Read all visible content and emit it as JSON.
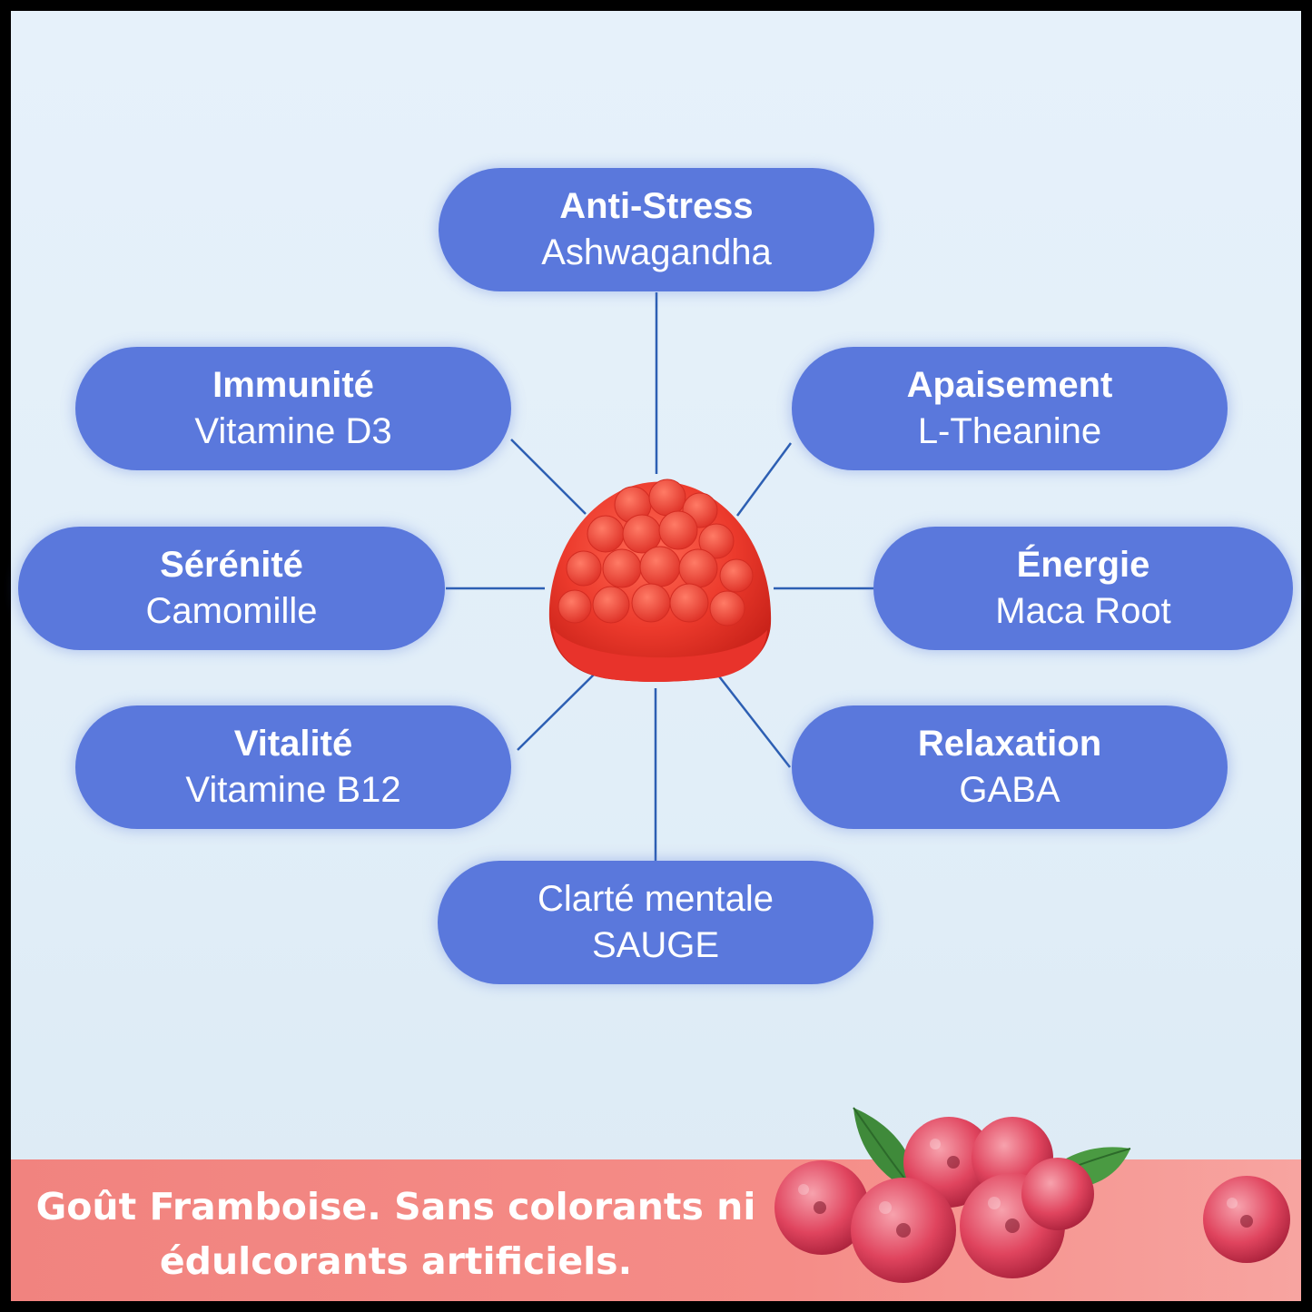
{
  "diagram": {
    "center": {
      "icon": "raspberry-gummy-icon",
      "color": "#e8332b"
    },
    "accent_color": "#5a78dc",
    "connector_color": "#2d5fb3",
    "nodes": [
      {
        "id": "anti-stress",
        "title": "Anti-Stress",
        "ingredient": "Ashwagandha"
      },
      {
        "id": "apaisement",
        "title": "Apaisement",
        "ingredient": "L-Theanine"
      },
      {
        "id": "energie",
        "title": "Énergie",
        "ingredient": "Maca Root"
      },
      {
        "id": "relaxation",
        "title": "Relaxation",
        "ingredient": "GABA"
      },
      {
        "id": "clarte-mentale",
        "title": "Clarté mentale",
        "ingredient": "SAUGE"
      },
      {
        "id": "vitalite",
        "title": "Vitalité",
        "ingredient": "Vitamine B12"
      },
      {
        "id": "serenite",
        "title": "Sérénité",
        "ingredient": "Camomille"
      },
      {
        "id": "immunite",
        "title": "Immunité",
        "ingredient": "Vitamine D3"
      }
    ]
  },
  "banner": {
    "line1": "Goût Framboise.  Sans colorants ni",
    "line2": "édulcorants artificiels.",
    "background_color": "#f1837f",
    "decoration": "raspberries-with-leaves-icon"
  }
}
